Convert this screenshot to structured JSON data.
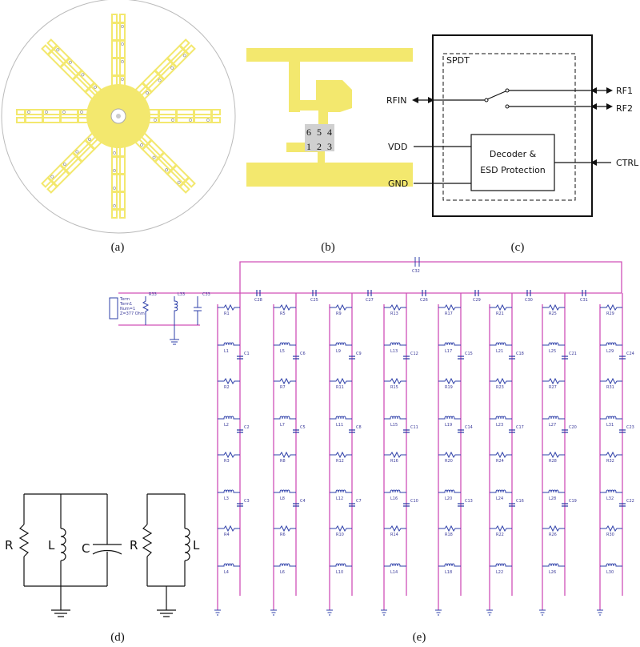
{
  "captions": {
    "a": "(a)",
    "b": "(b)",
    "c": "(c)",
    "d": "(d)",
    "e": "(e)"
  },
  "panel_b": {
    "pins_top": [
      "6",
      "5",
      "4"
    ],
    "pins_bottom": [
      "1",
      "2",
      "3"
    ]
  },
  "panel_c": {
    "block_title": "SPDT",
    "rfin": "RFIN",
    "rf1": "RF1",
    "rf2": "RF2",
    "vdd": "VDD",
    "gnd": "GND",
    "ctrl": "CTRL",
    "decoder_line1": "Decoder &",
    "decoder_line2": "ESD Protection"
  },
  "panel_d": {
    "r": "R",
    "l": "L",
    "c": "C",
    "r2": "R",
    "l2": "L"
  },
  "panel_e": {
    "term_lines": [
      "Term",
      "Term1",
      "Num=1",
      "Z=377 Ohm"
    ],
    "r33": "R33",
    "l33": "L33",
    "c33": "C33",
    "c32": "C32",
    "series_caps": [
      "C28",
      "C25",
      "C27",
      "C26",
      "C29",
      "C30",
      "C31"
    ],
    "branches": [
      {
        "r": [
          "R1",
          "R2",
          "R3",
          "R4"
        ],
        "l": [
          "L1",
          "L2",
          "L3",
          "L4"
        ],
        "c": [
          "C1",
          "C2",
          "C3"
        ]
      },
      {
        "r": [
          "R5",
          "R7",
          "R8",
          "R6"
        ],
        "l": [
          "L5",
          "L7",
          "L8",
          "L6"
        ],
        "c": [
          "C6",
          "C5",
          "C4"
        ]
      },
      {
        "r": [
          "R9",
          "R11",
          "R12",
          "R10"
        ],
        "l": [
          "L9",
          "L11",
          "L12",
          "L10"
        ],
        "c": [
          "C9",
          "C8",
          "C7"
        ]
      },
      {
        "r": [
          "R13",
          "R15",
          "R16",
          "R14"
        ],
        "l": [
          "L13",
          "L15",
          "L16",
          "L14"
        ],
        "c": [
          "C12",
          "C11",
          "C10"
        ]
      },
      {
        "r": [
          "R17",
          "R19",
          "R20",
          "R18"
        ],
        "l": [
          "L17",
          "L19",
          "L20",
          "L18"
        ],
        "c": [
          "C15",
          "C14",
          "C13"
        ]
      },
      {
        "r": [
          "R21",
          "R23",
          "R24",
          "R22"
        ],
        "l": [
          "L21",
          "L23",
          "L24",
          "L22"
        ],
        "c": [
          "C18",
          "C17",
          "C16"
        ]
      },
      {
        "r": [
          "R25",
          "R27",
          "R28",
          "R26"
        ],
        "l": [
          "L25",
          "L27",
          "L28",
          "L26"
        ],
        "c": [
          "C21",
          "C20",
          "C19"
        ]
      },
      {
        "r": [
          "R29",
          "R31",
          "R32",
          "R30"
        ],
        "l": [
          "L29",
          "L31",
          "L32",
          "L30"
        ],
        "c": [
          "C24",
          "C23",
          "C22"
        ]
      }
    ]
  },
  "colors": {
    "copper": "#f3e86e",
    "wire_pink": "#d050b8",
    "component_blue": "#2d3fa8",
    "chip_gray": "#d0d0d0"
  }
}
